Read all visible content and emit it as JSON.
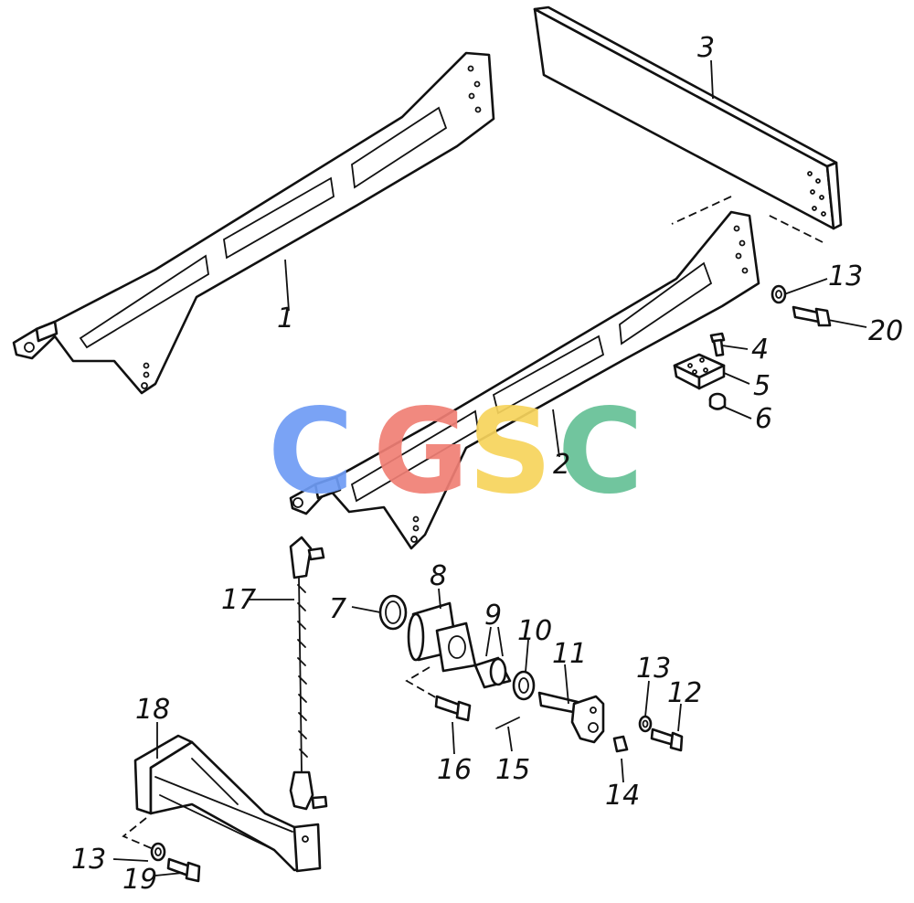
{
  "callouts": [
    "1",
    "2",
    "3",
    "4",
    "5",
    "6",
    "7",
    "8",
    "9",
    "10",
    "11",
    "12",
    "13",
    "13",
    "14",
    "15",
    "16",
    "17",
    "18",
    "13",
    "19",
    "20"
  ],
  "watermark": {
    "letters": [
      {
        "char": "C",
        "color": "#6f9cf5"
      },
      {
        "char": "G",
        "color": "#f07f75"
      },
      {
        "char": "S",
        "color": "#f7d45c"
      },
      {
        "char": "C",
        "color": "#66c196"
      }
    ]
  },
  "colors": {
    "ink": "#111111",
    "paper": "#ffffff"
  }
}
